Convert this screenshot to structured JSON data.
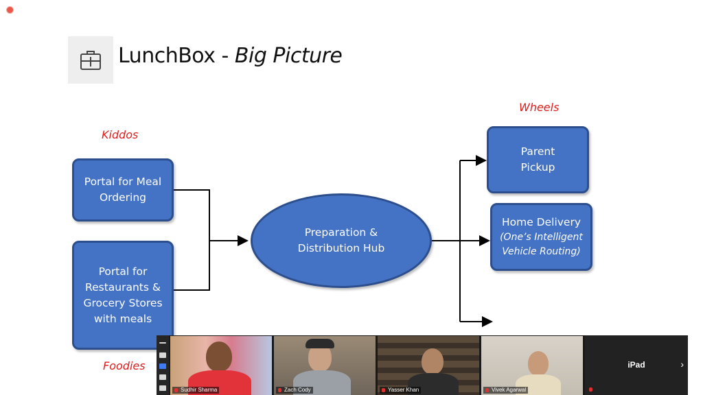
{
  "slide": {
    "title_main": "LunchBox",
    "title_sep": " - ",
    "title_sub": "Big Picture",
    "logo_icon": "lunchbox-icon"
  },
  "labels": {
    "kiddos": "Kiddos",
    "foodies": "Foodies",
    "wheels": "Wheels"
  },
  "diagram": {
    "meal_portal": "Portal for Meal\nOrdering",
    "restaurant_portal": "Portal for\nRestaurants &\nGrocery Stores\nwith meals",
    "hub": "Preparation &\nDistribution Hub",
    "parent_pickup": "Parent\nPickup",
    "home_delivery": "Home Delivery",
    "home_delivery_note": "(One’s Intelligent\nVehicle Routing)"
  },
  "colors": {
    "shape_fill": "#4472c4",
    "shape_border": "#2c4e8c",
    "label_red": "#e01b1b"
  },
  "meeting": {
    "participants": [
      {
        "name": "Sudhir Sharma",
        "muted": true
      },
      {
        "name": "Zach Cody",
        "muted": true
      },
      {
        "name": "Yasser Khan",
        "muted": true
      },
      {
        "name": "Vivek Agarwal",
        "muted": true
      }
    ],
    "ipad_label": "iPad",
    "next_icon": "chevron-right-icon"
  }
}
